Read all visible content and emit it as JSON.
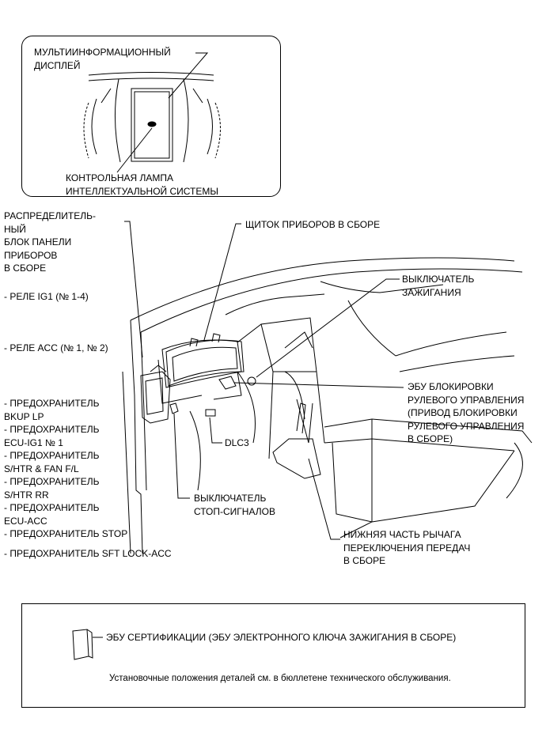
{
  "inset": {
    "display_label": "МУЛЬТИИНФОРМАЦИОННЫЙ\nДИСПЛЕЙ",
    "lamp_label": "КОНТРОЛЬНАЯ ЛАМПА\nИНТЕЛЛЕКТУАЛЬНОЙ СИСТЕМЫ"
  },
  "left": {
    "junction_block": "РАСПРЕДЕЛИТЕЛЬ-\nНЫЙ\nБЛОК ПАНЕЛИ\nПРИБОРОВ\nВ СБОРЕ",
    "relay_ig1": "- РЕЛЕ IG1 (№ 1-4)",
    "relay_acc": "- РЕЛЕ ACC (№ 1, № 2)",
    "fuses": "- ПРЕДОХРАНИТЕЛЬ\nBKUP LP\n- ПРЕДОХРАНИТЕЛЬ\nECU-IG1 № 1\n- ПРЕДОХРАНИТЕЛЬ\nS/HTR & FAN F/L\n- ПРЕДОХРАНИТЕЛЬ\nS/HTR RR\n- ПРЕДОХРАНИТЕЛЬ\nECU-ACC\n- ПРЕДОХРАНИТЕЛЬ STOP",
    "fuse_sft": "- ПРЕДОХРАНИТЕЛЬ SFT LOCK-ACC"
  },
  "callouts": {
    "combination_meter": "ЩИТОК ПРИБОРОВ В СБОРЕ",
    "ignition_switch": "ВЫКЛЮЧАТЕЛЬ\nЗАЖИГАНИЯ",
    "steering_lock_ecu": "ЭБУ БЛОКИРОВКИ\nРУЛЕВОГО УПРАВЛЕНИЯ\n(ПРИВОД БЛОКИРОВКИ\nРУЛЕВОГО УПРАВЛЕНИЯ\nВ СБОРЕ)",
    "dlc3": "DLC3",
    "stop_switch": "ВЫКЛЮЧАТЕЛЬ\nСТОП-СИГНАЛОВ",
    "shift_lever": "НИЖНЯЯ ЧАСТЬ РЫЧАГА\nПЕРЕКЛЮЧЕНИЯ ПЕРЕДАЧ\nВ СБОРЕ"
  },
  "bottom": {
    "cert_ecu": "ЭБУ СЕРТИФИКАЦИИ (ЭБУ ЭЛЕКТРОННОГО КЛЮЧА ЗАЖИГАНИЯ В СБОРЕ)",
    "note": "Установочные положения деталей см. в бюллетене технического обслуживания."
  }
}
